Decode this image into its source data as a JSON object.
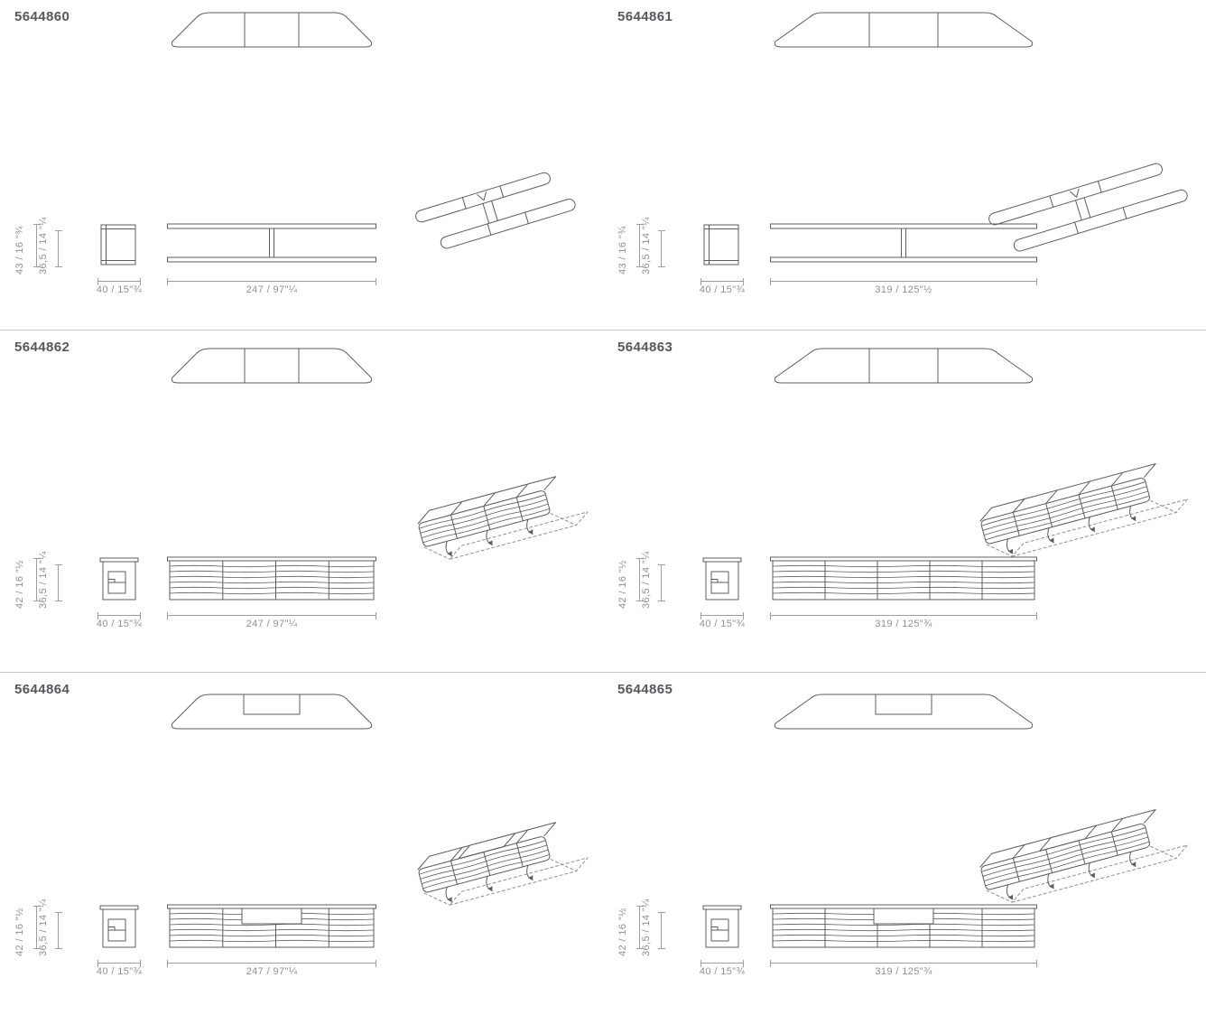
{
  "colors": {
    "ink": "#5c5c5f",
    "dim_line": "#9d9d9d",
    "dim_text": "#8f9094",
    "code_text": "#57585b",
    "divider": "#c9c9c9"
  },
  "sheet": {
    "panels": [
      {
        "code": "5644860",
        "variant": "shelf",
        "height_total": "43 / 16 \"¾",
        "height_inner": "36,5 / 14 \"¼",
        "depth": "40 / 15\"¾",
        "width": "247 / 97\"¼"
      },
      {
        "code": "5644861",
        "variant": "shelf",
        "height_total": "43 / 16 \"¾",
        "height_inner": "36,5 / 14 \"¼",
        "depth": "40 / 15\"¾",
        "width": "319 / 125\"½"
      },
      {
        "code": "5644862",
        "variant": "slatted",
        "height_total": "42 / 16 \"½",
        "height_inner": "36,5 / 14 \"¼",
        "depth": "40 / 15\"¾",
        "width": "247 / 97\"¼"
      },
      {
        "code": "5644863",
        "variant": "slatted",
        "height_total": "42 / 16 \"½",
        "height_inner": "36,5 / 14 \"¼",
        "depth": "40 / 15\"¾",
        "width": "319 / 125\"¾"
      },
      {
        "code": "5644864",
        "variant": "slatted-open",
        "height_total": "42 / 16 \"½",
        "height_inner": "36,5 / 14 \"¼",
        "depth": "40 / 15\"¾",
        "width": "247 / 97\"¼"
      },
      {
        "code": "5644865",
        "variant": "slatted-open",
        "height_total": "42 / 16 \"½",
        "height_inner": "36,5 / 14 \"¼",
        "depth": "40 / 15\"¾",
        "width": "319 / 125\"¾"
      }
    ]
  }
}
